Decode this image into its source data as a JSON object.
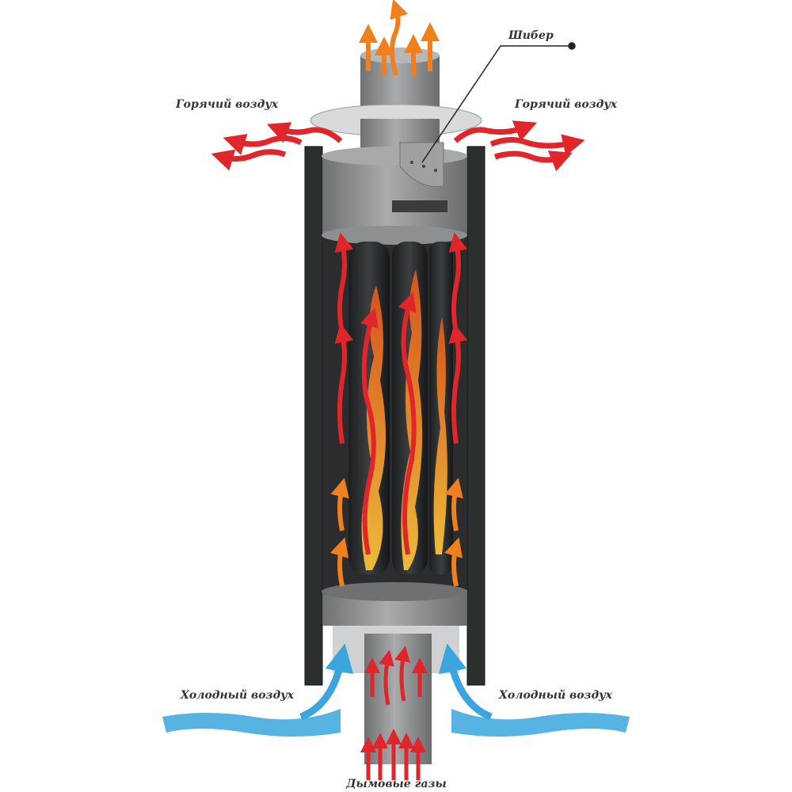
{
  "labels": {
    "damper": "Шибер",
    "hot_air_left": "Горячий воздух",
    "hot_air_right": "Горячий воздух",
    "cold_air_left": "Холодный воздух",
    "cold_air_right": "Холодный воздух",
    "flue_gases": "Дымовые газы"
  },
  "colors": {
    "hot": "#e0262a",
    "warm": "#f07f1e",
    "cold": "#3aa6dd",
    "body": "#8a8c8e",
    "jacket": "#2b2f2e"
  }
}
